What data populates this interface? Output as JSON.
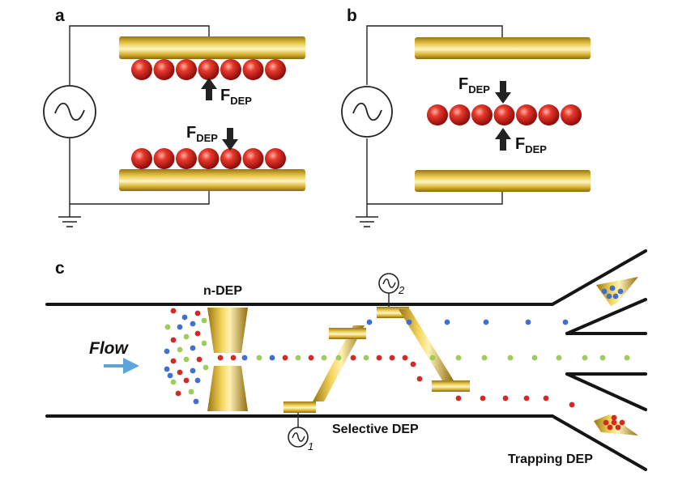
{
  "panels": {
    "a": {
      "letter": "a"
    },
    "b": {
      "letter": "b"
    },
    "c": {
      "letter": "c"
    }
  },
  "force": {
    "main": "F",
    "sub": "DEP"
  },
  "labels": {
    "flow": "Flow",
    "ndep": "n-DEP",
    "selective": "Selective DEP",
    "trapping": "Trapping DEP",
    "source_one": "1",
    "source_two": "2"
  },
  "colors": {
    "gold": "#d8b43a",
    "gold_dark": "#8c6a10",
    "gold_light": "#fff4b8",
    "particle_red": "#d42a24",
    "particle_blue": "#3f6fd0",
    "particle_green": "#9ccc5a",
    "flow_arrow": "#5da3dd",
    "wire": "#222222"
  },
  "icons": [
    "ac-source-icon",
    "ground-icon",
    "force-arrow-icon",
    "flow-arrow-icon"
  ]
}
